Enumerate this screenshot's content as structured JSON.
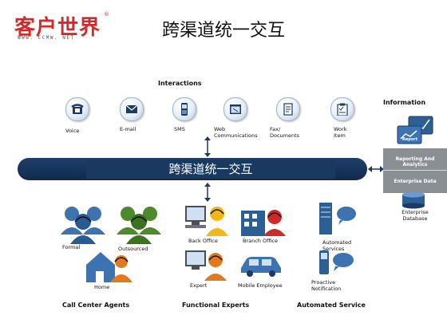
{
  "logo": {
    "name": "客户世界",
    "url": "WWW. CCMW. NET",
    "reg": "®"
  },
  "title": "跨渠道统一交互",
  "interactions": {
    "heading": "Interactions",
    "items": [
      {
        "label_lines": [
          "Voice"
        ],
        "icon": "phone-icon"
      },
      {
        "label_lines": [
          "E-mail"
        ],
        "icon": "email-icon"
      },
      {
        "label_lines": [
          "SMS"
        ],
        "icon": "mobile-phone-icon"
      },
      {
        "label_lines": [
          "Web",
          "Communications"
        ],
        "icon": "web-browser-icon"
      },
      {
        "label_lines": [
          "Fax/",
          "Documents"
        ],
        "icon": "fax-icon"
      },
      {
        "label_lines": [
          "Work",
          "Item"
        ],
        "icon": "clipboard-icon"
      }
    ]
  },
  "information": {
    "heading": "Information",
    "panel_items": [
      "Reporting And Analytics",
      "Enterprise Data"
    ],
    "database_label_lines": [
      "Enterprise",
      "Database"
    ],
    "report_badge": "Report"
  },
  "bus_label": "跨渠道统一交互",
  "groups": {
    "call_center": {
      "heading": "Call Center Agents",
      "items": [
        "Formal",
        "Outsourced",
        "Home"
      ]
    },
    "functional": {
      "heading": "Functional Experts",
      "items": [
        "Back Office",
        "Branch Office",
        "Expert",
        "Mobile Employee"
      ]
    },
    "automated": {
      "heading": "Automated Service",
      "items": [
        {
          "label_lines": [
            "Automated",
            "Services"
          ]
        },
        {
          "label_lines": [
            "Proactive",
            "Notification"
          ]
        }
      ]
    }
  },
  "colors": {
    "bus": "#1f3f6b",
    "logo_red": "#d42a2a",
    "agent_blue": "#3d73b0",
    "agent_green": "#4d8a2e",
    "agent_orange": "#e07a1f",
    "agent_red": "#cc2b2b",
    "agent_yellow": "#f2b81a",
    "panel_grey": "#8a8f94"
  }
}
